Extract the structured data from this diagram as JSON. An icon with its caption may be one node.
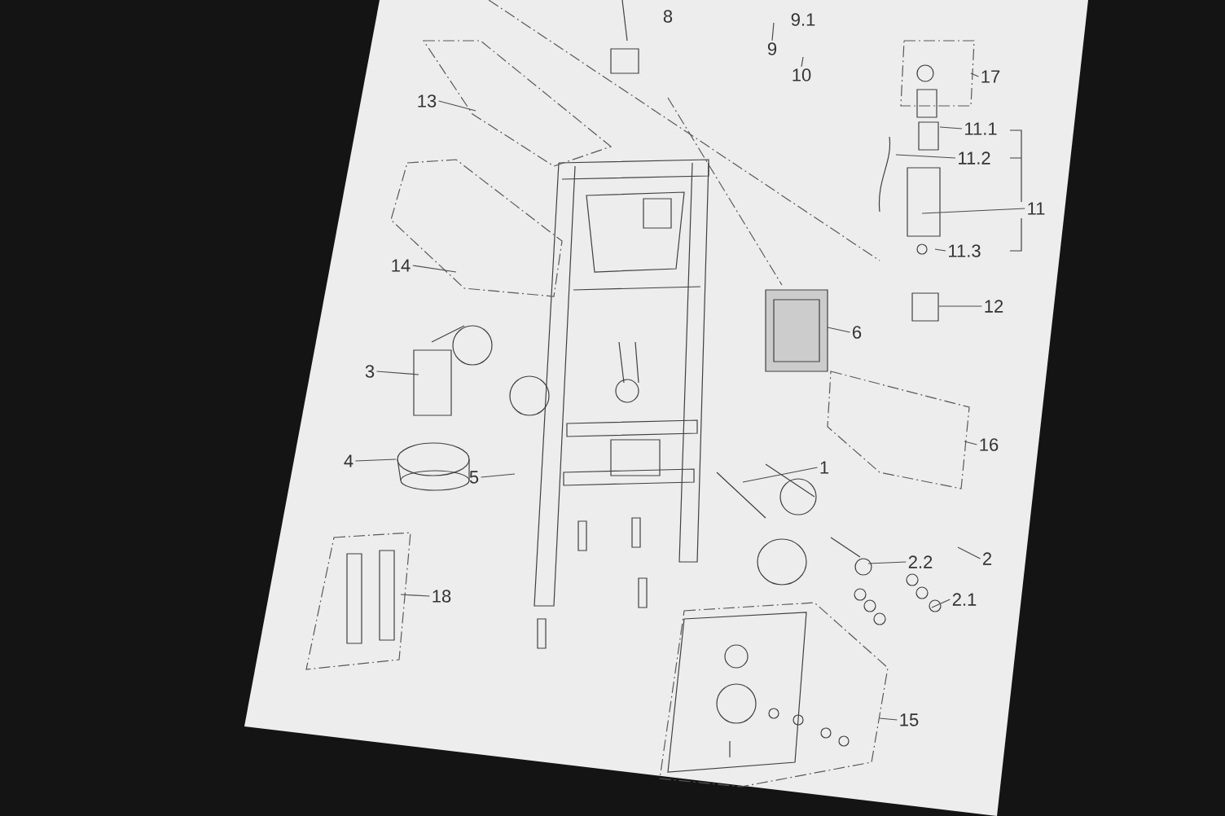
{
  "diagram": {
    "nodes": [
      {
        "text": [
          "9"
        ]
      },
      {
        "text": [
          "10"
        ]
      },
      {
        "text": [
          "17"
        ]
      },
      {
        "text": [
          "11.1"
        ]
      },
      {
        "text": [
          "11.2"
        ]
      },
      {
        "text": [
          "11"
        ]
      },
      {
        "text": [
          "11.3"
        ]
      },
      {
        "text": [
          "12"
        ]
      },
      {
        "text": [
          "13"
        ]
      },
      {
        "text": [
          "14"
        ]
      },
      {
        "text": [
          "6"
        ]
      },
      {
        "text": [
          "3"
        ]
      },
      {
        "text": [
          "4"
        ]
      },
      {
        "text": [
          "5"
        ]
      },
      {
        "text": [
          "1"
        ]
      },
      {
        "text": [
          "16"
        ]
      },
      {
        "text": [
          "2.2"
        ]
      },
      {
        "text": [
          "2"
        ]
      },
      {
        "text": [
          "2.1"
        ]
      },
      {
        "text": [
          "18"
        ]
      },
      {
        "text": [
          "15"
        ]
      }
    ],
    "edges": [
      {
        "from": 0,
        "to": null,
        "arrow": "none"
      },
      {
        "from": 1,
        "to": null,
        "arrow": "none"
      },
      {
        "from": 2,
        "to": null,
        "arrow": "none"
      },
      {
        "from": 3,
        "to": null,
        "arrow": "none"
      },
      {
        "from": 4,
        "to": null,
        "arrow": "none"
      },
      {
        "from": 5,
        "to": null,
        "arrow": "none"
      },
      {
        "from": 6,
        "to": null,
        "arrow": "none"
      },
      {
        "from": 7,
        "to": null,
        "arrow": "none"
      },
      {
        "from": 8,
        "to": null,
        "arrow": "none"
      },
      {
        "from": 9,
        "to": null,
        "arrow": "none"
      },
      {
        "from": 10,
        "to": null,
        "arrow": "none"
      },
      {
        "from": 11,
        "to": null,
        "arrow": "none"
      },
      {
        "from": 12,
        "to": null,
        "arrow": "none"
      },
      {
        "from": 13,
        "to": null,
        "arrow": "none"
      },
      {
        "from": 14,
        "to": null,
        "arrow": "none"
      },
      {
        "from": 15,
        "to": null,
        "arrow": "none"
      },
      {
        "from": 16,
        "to": null,
        "arrow": "none"
      },
      {
        "from": 17,
        "to": null,
        "arrow": "none"
      },
      {
        "from": 18,
        "to": null,
        "arrow": "none"
      },
      {
        "from": 19,
        "to": null,
        "arrow": "none"
      },
      {
        "from": 20,
        "to": null,
        "arrow": "none"
      }
    ],
    "labels": [
      "8",
      "9.1"
    ]
  }
}
